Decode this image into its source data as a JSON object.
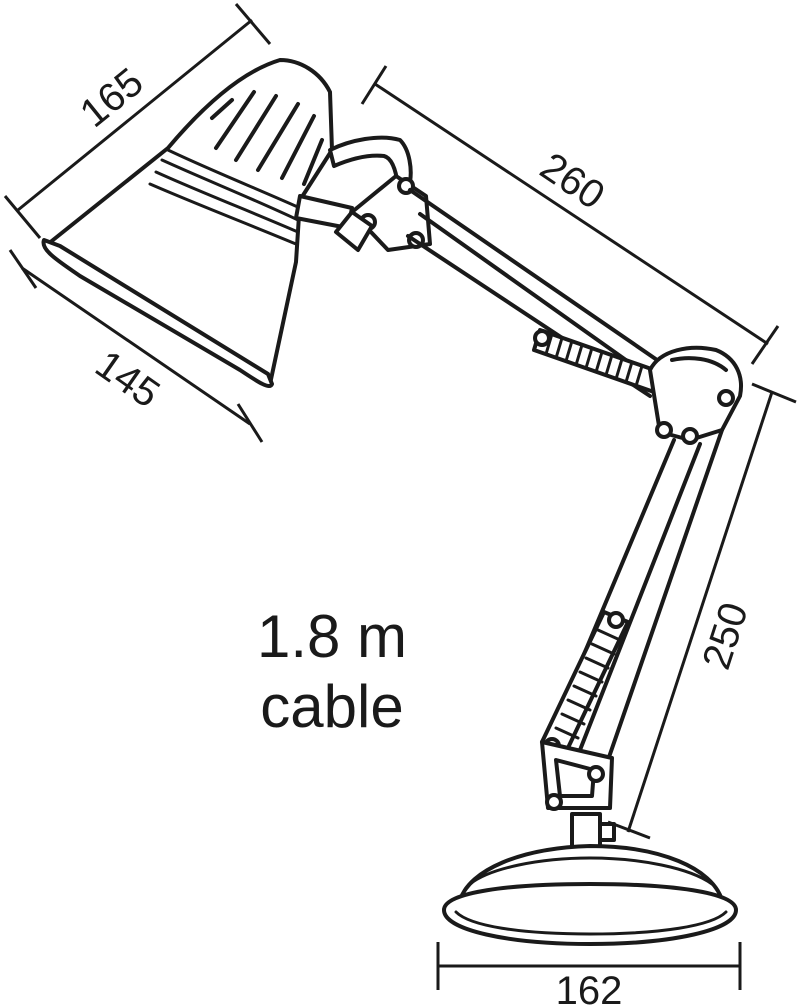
{
  "dimensions": {
    "shade_top": "165",
    "shade_bottom": "145",
    "upper_arm": "260",
    "lower_arm": "250",
    "base": "162"
  },
  "cable_note": {
    "line1": "1.8 m",
    "line2": "cable"
  },
  "colors": {
    "ink": "#1a1a1a",
    "background": "#ffffff"
  }
}
